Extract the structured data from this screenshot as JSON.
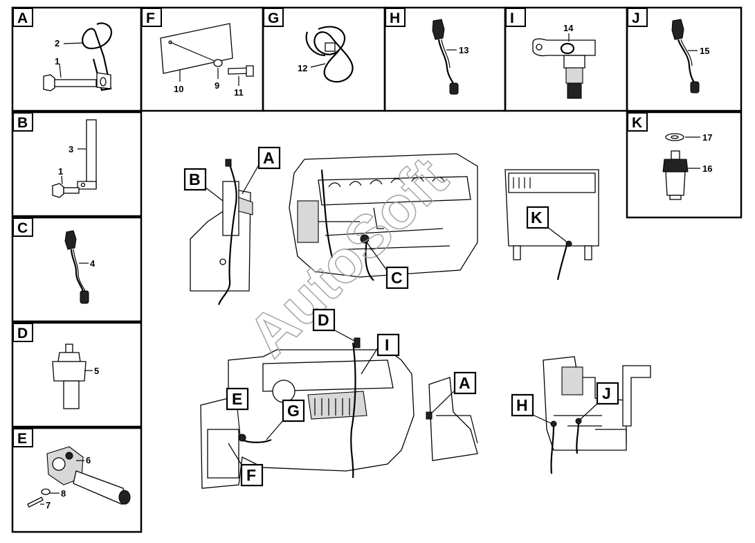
{
  "panels": [
    {
      "letter": "A",
      "labels": [
        "1",
        "2"
      ]
    },
    {
      "letter": "B",
      "labels": [
        "1",
        "3"
      ]
    },
    {
      "letter": "C",
      "labels": [
        "4"
      ]
    },
    {
      "letter": "D",
      "labels": [
        "5"
      ]
    },
    {
      "letter": "E",
      "labels": [
        "6",
        "7",
        "8"
      ]
    },
    {
      "letter": "F",
      "labels": [
        "9",
        "10",
        "11"
      ]
    },
    {
      "letter": "G",
      "labels": [
        "12"
      ]
    },
    {
      "letter": "H",
      "labels": [
        "13"
      ]
    },
    {
      "letter": "I",
      "labels": [
        "14"
      ]
    },
    {
      "letter": "J",
      "labels": [
        "15"
      ]
    },
    {
      "letter": "K",
      "labels": [
        "16",
        "17"
      ]
    }
  ],
  "callouts": {
    "top_engine": [
      "A",
      "B",
      "C",
      "K"
    ],
    "bottom_engine": [
      "D",
      "I",
      "E",
      "G",
      "F",
      "A",
      "H",
      "J"
    ]
  },
  "watermark": "AutoSoft",
  "colors": {
    "ink": "#000000",
    "paper": "#ffffff",
    "watermark": "#9a9a9a"
  }
}
